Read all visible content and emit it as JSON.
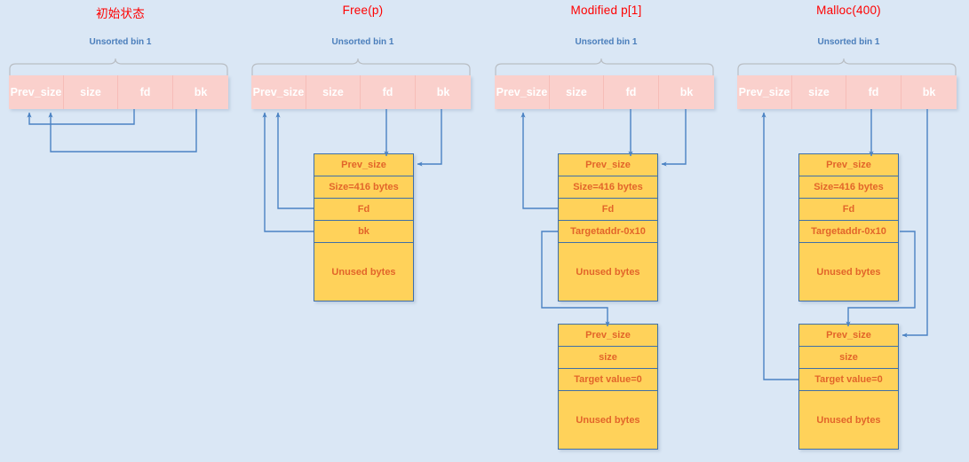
{
  "page": {
    "background_color": "#DAE7F5",
    "title_color": "#FF0000",
    "label_color": "#4A7EBB",
    "pink_color": "#FAD0CC",
    "yellow_color": "#FFD25A",
    "arrow_color": "#4A82C3",
    "yellow_text_color": "#E2652A"
  },
  "columns": [
    {
      "id": "initial-state",
      "title": "初始状态",
      "bin_label": "Unsorted bin 1",
      "bin_cells": [
        "Prev_size",
        "size",
        "fd",
        "bk"
      ],
      "chunks": []
    },
    {
      "id": "free-p",
      "title": "Free(p)",
      "bin_label": "Unsorted bin 1",
      "bin_cells": [
        "Prev_size",
        "size",
        "fd",
        "bk"
      ],
      "chunks": [
        {
          "id": "freed-chunk",
          "rows": [
            "Prev_size",
            "Size=416 bytes",
            "Fd",
            "bk",
            "Unused bytes"
          ]
        }
      ]
    },
    {
      "id": "modified-p1",
      "title": "Modified p[1]",
      "bin_label": "Unsorted bin 1",
      "bin_cells": [
        "Prev_size",
        "size",
        "fd",
        "bk"
      ],
      "chunks": [
        {
          "id": "modified-chunk",
          "rows": [
            "Prev_size",
            "Size=416 bytes",
            "Fd",
            "Targetaddr-0x10",
            "Unused bytes"
          ]
        },
        {
          "id": "target-chunk",
          "rows": [
            "Prev_size",
            "size",
            "Target value=0",
            "Unused bytes"
          ]
        }
      ]
    },
    {
      "id": "malloc-400",
      "title": "Malloc(400)",
      "bin_label": "Unsorted bin 1",
      "bin_cells": [
        "Prev_size",
        "size",
        "fd",
        "bk"
      ],
      "chunks": [
        {
          "id": "malloc-chunk",
          "rows": [
            "Prev_size",
            "Size=416 bytes",
            "Fd",
            "Targetaddr-0x10",
            "Unused bytes"
          ]
        },
        {
          "id": "target-chunk-after",
          "rows": [
            "Prev_size",
            "size",
            "Target value=0",
            "Unused bytes"
          ]
        }
      ]
    }
  ]
}
